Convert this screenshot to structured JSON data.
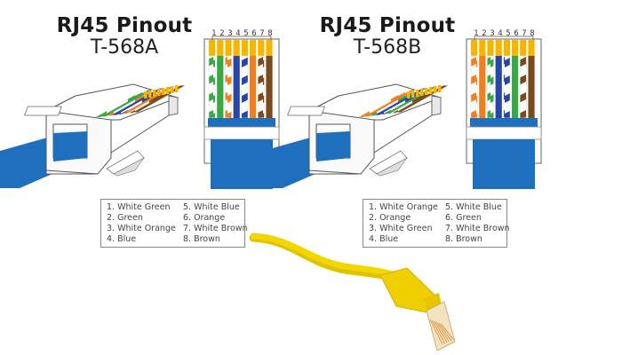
{
  "diagrams": [
    {
      "id": "t568a",
      "title": "RJ45 Pinout",
      "standard": "T-568A",
      "pin_numbers": [
        "1",
        "2",
        "3",
        "4",
        "5",
        "6",
        "7",
        "8"
      ],
      "wires": [
        {
          "pin": 1,
          "label": "White Green",
          "color": "#3aa845",
          "striped": true
        },
        {
          "pin": 2,
          "label": "Green",
          "color": "#3aa845",
          "striped": false
        },
        {
          "pin": 3,
          "label": "White Orange",
          "color": "#f07f1e",
          "striped": true
        },
        {
          "pin": 4,
          "label": "Blue",
          "color": "#2845a8",
          "striped": false
        },
        {
          "pin": 5,
          "label": "White Blue",
          "color": "#2845a8",
          "striped": true
        },
        {
          "pin": 6,
          "label": "Orange",
          "color": "#f07f1e",
          "striped": false
        },
        {
          "pin": 7,
          "label": "White Brown",
          "color": "#7a4a1c",
          "striped": true
        },
        {
          "pin": 8,
          "label": "Brown",
          "color": "#7a4a1c",
          "striped": false
        }
      ],
      "legend_left": [
        "1. White Green",
        "2. Green",
        "3. White Orange",
        "4. Blue"
      ],
      "legend_right": [
        "5. White Blue",
        "6. Orange",
        "7. White Brown",
        "8. Brown"
      ]
    },
    {
      "id": "t568b",
      "title": "RJ45 Pinout",
      "standard": "T-568B",
      "pin_numbers": [
        "1",
        "2",
        "3",
        "4",
        "5",
        "6",
        "7",
        "8"
      ],
      "wires": [
        {
          "pin": 1,
          "label": "White Orange",
          "color": "#f07f1e",
          "striped": true
        },
        {
          "pin": 2,
          "label": "Orange",
          "color": "#f07f1e",
          "striped": false
        },
        {
          "pin": 3,
          "label": "White Green",
          "color": "#3aa845",
          "striped": true
        },
        {
          "pin": 4,
          "label": "Blue",
          "color": "#2845a8",
          "striped": false
        },
        {
          "pin": 5,
          "label": "White Blue",
          "color": "#2845a8",
          "striped": true
        },
        {
          "pin": 6,
          "label": "Green",
          "color": "#3aa845",
          "striped": false
        },
        {
          "pin": 7,
          "label": "White Brown",
          "color": "#7a4a1c",
          "striped": true
        },
        {
          "pin": 8,
          "label": "Brown",
          "color": "#7a4a1c",
          "striped": false
        }
      ],
      "legend_left": [
        "1. White Orange",
        "2. Orange",
        "3. White Green",
        "4. Blue"
      ],
      "legend_right": [
        "5. White Blue",
        "6. Green",
        "7. White Brown",
        "8. Brown"
      ]
    }
  ],
  "colors": {
    "cable_jacket": "#1f6fbf",
    "contact_gold": "#f7b500",
    "patch_cable": "#f2d600",
    "connector_outline": "#666666"
  }
}
